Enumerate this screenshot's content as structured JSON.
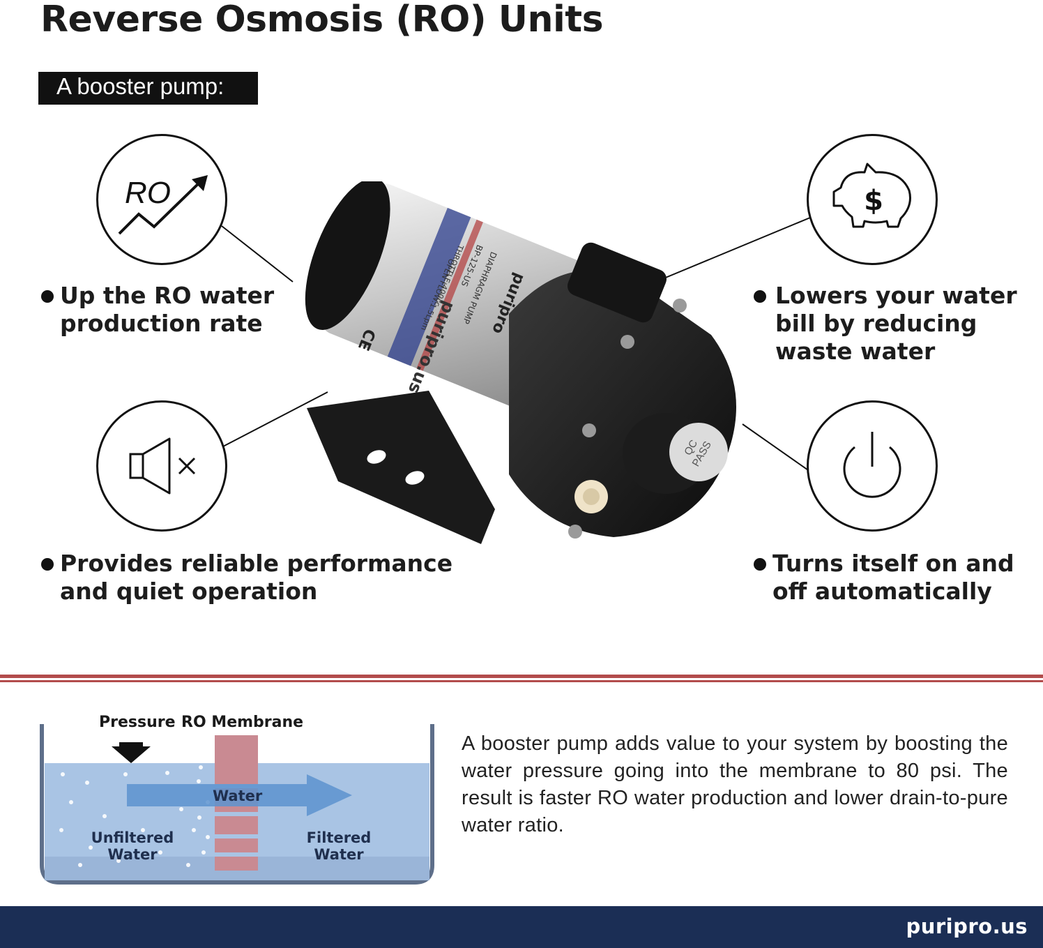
{
  "title": "Reverse Osmosis (RO) Units",
  "subtitle_badge": "A booster pump:",
  "features": {
    "top_left": {
      "line1": "Up the RO water",
      "line2": "production rate",
      "icon": "ro-rate-up-icon",
      "icon_text": "RO"
    },
    "bottom_left": {
      "line1": "Provides reliable performance",
      "line2": "and quiet operation",
      "icon": "speaker-mute-icon"
    },
    "top_right": {
      "line1": "Lowers your water",
      "line2": "bill by reducing",
      "line3": "waste water",
      "icon": "piggy-bank-dollar-icon",
      "icon_text": "$"
    },
    "bottom_right": {
      "line1": "Turns itself on and",
      "line2": "off automatically",
      "icon": "power-icon"
    }
  },
  "product": {
    "brand": "puripro",
    "label_url": "puripro.us",
    "model": "BP-125-US",
    "type": "DIAPHRAGM PUMP",
    "spec_flow": "OPEN FLOW:1.5Lpm",
    "spec_throttle": "THROTTLE:400cc",
    "cert_mark": "CE",
    "qc_stamp_line1": "QC",
    "qc_stamp_line2": "PASS"
  },
  "diagram": {
    "pressure_label": "Pressure",
    "membrane_label": "RO Membrane",
    "water_label": "Water",
    "unfiltered_line1": "Unfiltered",
    "unfiltered_line2": "Water",
    "filtered_line1": "Filtered",
    "filtered_line2": "Water"
  },
  "description": "A booster pump adds value to your system by boosting the water pressure going into the membrane to 80 psi. The result is faster RO water production and lower drain-to-pure water ratio.",
  "footer": {
    "site": "puripro.us"
  },
  "colors": {
    "footer_bg": "#1b2e55",
    "stripe_red": "#b24b4b",
    "membrane_pink": "#c98a92",
    "water_blue": "#a8c4e4"
  }
}
